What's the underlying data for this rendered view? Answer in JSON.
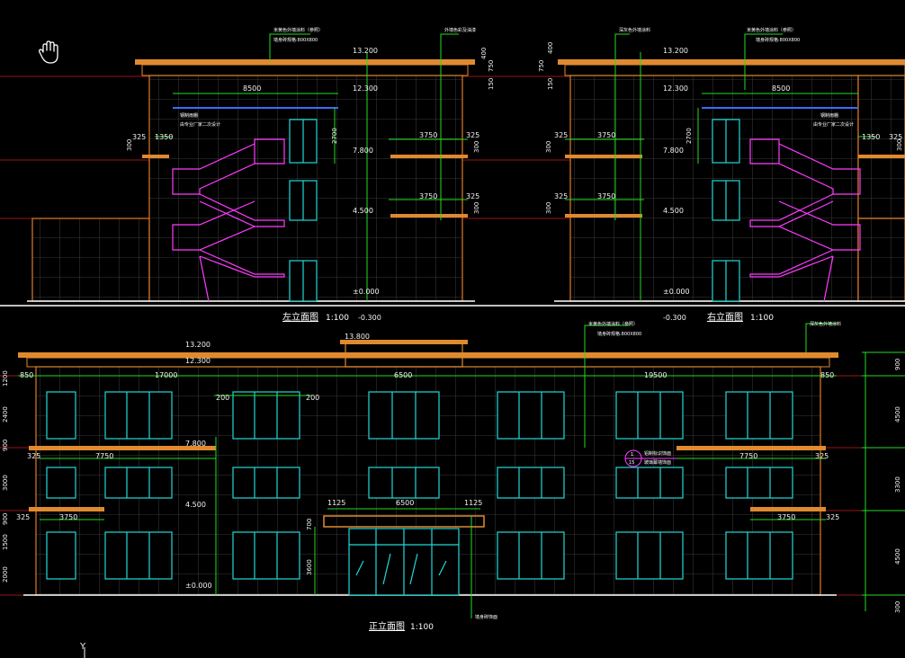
{
  "colors": {
    "background": "#000000",
    "wall_outline": "#e07a2a",
    "cornice": "#e08a30",
    "grid": "#4a4a4a",
    "stair": "#ff3cff",
    "door_window": "#22d8d8",
    "level_line": "#ff2222",
    "leader": "#22dd22",
    "text": "#f2f2f2",
    "blue_line": "#3a6cff"
  },
  "left_elevation": {
    "title": "左立面图",
    "scale": "1:100",
    "levels": [
      "13.200",
      "12.300",
      "7.800",
      "4.500",
      "±0.000",
      "-0.300"
    ],
    "dims": [
      "8500",
      "1350",
      "325",
      "300",
      "3750",
      "325",
      "300",
      "3750",
      "325",
      "300",
      "2700",
      "150",
      "750",
      "400"
    ],
    "notes": [
      "米黄色外墙涂料（参照）",
      "墙身砖规格:800X800",
      "外墙色彩及油漆",
      "钢制雨棚",
      "由专业厂家二次设计"
    ]
  },
  "right_elevation": {
    "title": "右立面图",
    "scale": "1:100",
    "levels": [
      "13.200",
      "12.300",
      "7.800",
      "4.500",
      "±0.000",
      "-0.300"
    ],
    "dims": [
      "8500",
      "3750",
      "325",
      "300",
      "3750",
      "325",
      "300",
      "1350",
      "325",
      "300",
      "2700",
      "150",
      "750",
      "400"
    ],
    "notes": [
      "米黄色外墙涂料（参照）",
      "墙身砖规格:800X800",
      "深灰色外墙涂料",
      "钢制雨棚",
      "由专业厂家二次设计"
    ]
  },
  "front_elevation": {
    "title": "正立面图",
    "scale": "1:100",
    "levels": [
      "13.800",
      "13.200",
      "12.300",
      "7.800",
      "4.500",
      "±0.000"
    ],
    "top_dims": [
      "850",
      "17000",
      "6500",
      "19500",
      "850"
    ],
    "floor2_dims_left": [
      "325",
      "7750"
    ],
    "floor2_dims_right": [
      "7750",
      "325"
    ],
    "floor1_dims_left": [
      "325",
      "3750"
    ],
    "floor1_dims_right": [
      "3750",
      "325"
    ],
    "canopy_dims": [
      "1125",
      "6500",
      "1125"
    ],
    "window_dims": [
      "200",
      "200"
    ],
    "left_side_dims": [
      "1200",
      "2400",
      "900",
      "3000",
      "900",
      "1500",
      "2000"
    ],
    "right_side_dims": [
      "900",
      "4500",
      "3300",
      "4500",
      "300"
    ],
    "door_dims": [
      "700",
      "3600"
    ],
    "notes": [
      "米黄色外墙涂料（参照）",
      "墙身砖规格:800X800",
      "深灰色外墙涂料",
      "铝制标识饰面",
      "玻璃幕墙饰面",
      "墙身砖饰面"
    ],
    "callout": [
      "1",
      "15"
    ]
  },
  "ucs": {
    "axis_label": "Y"
  },
  "icons": [
    "pan-hand-icon",
    "ucs-icon"
  ]
}
